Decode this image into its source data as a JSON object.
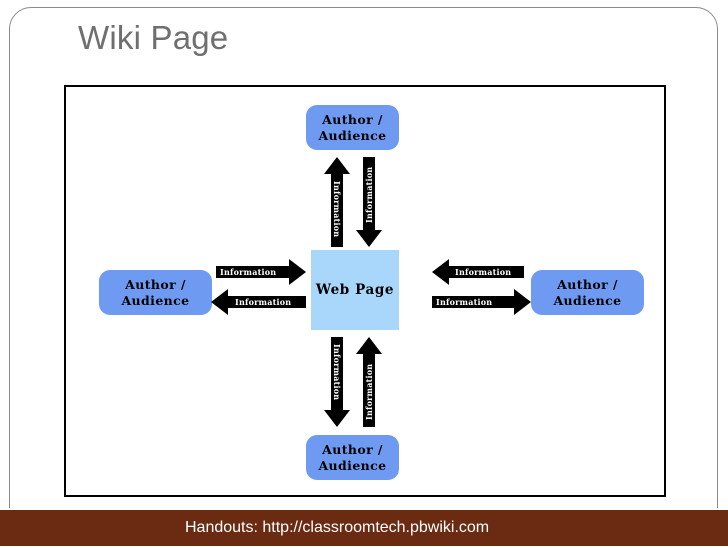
{
  "slide": {
    "title": "Wiki Page",
    "title_color": "#6f6f6f",
    "background": "#ffffff",
    "frame_color": "#8a8a8a"
  },
  "diagram": {
    "type": "hub-and-spoke",
    "center": {
      "label": "Web Page",
      "fill": "#a9d7fb"
    },
    "nodes": [
      {
        "id": "top",
        "label": "Author /\nAudience",
        "label_line1": "Author /",
        "label_line2": "Audience",
        "fill": "#6f9af2",
        "position": "top"
      },
      {
        "id": "left",
        "label": "Author /\nAudience",
        "label_line1": "Author /",
        "label_line2": "Audience",
        "fill": "#6f9af2",
        "position": "left"
      },
      {
        "id": "right",
        "label": "Author /\nAudience",
        "label_line1": "Author /",
        "label_line2": "Audience",
        "fill": "#6f9af2",
        "position": "right"
      },
      {
        "id": "bottom",
        "label": "Author /\nAudience",
        "label_line1": "Author /",
        "label_line2": "Audience",
        "fill": "#6f9af2",
        "position": "bottom"
      }
    ],
    "arrows": [
      {
        "id": "top-up",
        "label": "Information",
        "direction": "up",
        "from": "center",
        "to": "top"
      },
      {
        "id": "top-down",
        "label": "Information",
        "direction": "down",
        "from": "top",
        "to": "center"
      },
      {
        "id": "left-in",
        "label": "Information",
        "direction": "right",
        "from": "left",
        "to": "center"
      },
      {
        "id": "left-out",
        "label": "Information",
        "direction": "left",
        "from": "center",
        "to": "left"
      },
      {
        "id": "right-in",
        "label": "Information",
        "direction": "left",
        "from": "right",
        "to": "center"
      },
      {
        "id": "right-out",
        "label": "Information",
        "direction": "right",
        "from": "center",
        "to": "right"
      },
      {
        "id": "bottom-down",
        "label": "Information",
        "direction": "down",
        "from": "center",
        "to": "bottom"
      },
      {
        "id": "bottom-up",
        "label": "Information",
        "direction": "up",
        "from": "bottom",
        "to": "center"
      }
    ],
    "arrow_color": "#000000",
    "arrow_label_color": "#ffffff"
  },
  "footer": {
    "text": "Handouts:  http://classroomtech.pbwiki.com",
    "background": "#6b2a12",
    "text_color": "#ffffff"
  }
}
